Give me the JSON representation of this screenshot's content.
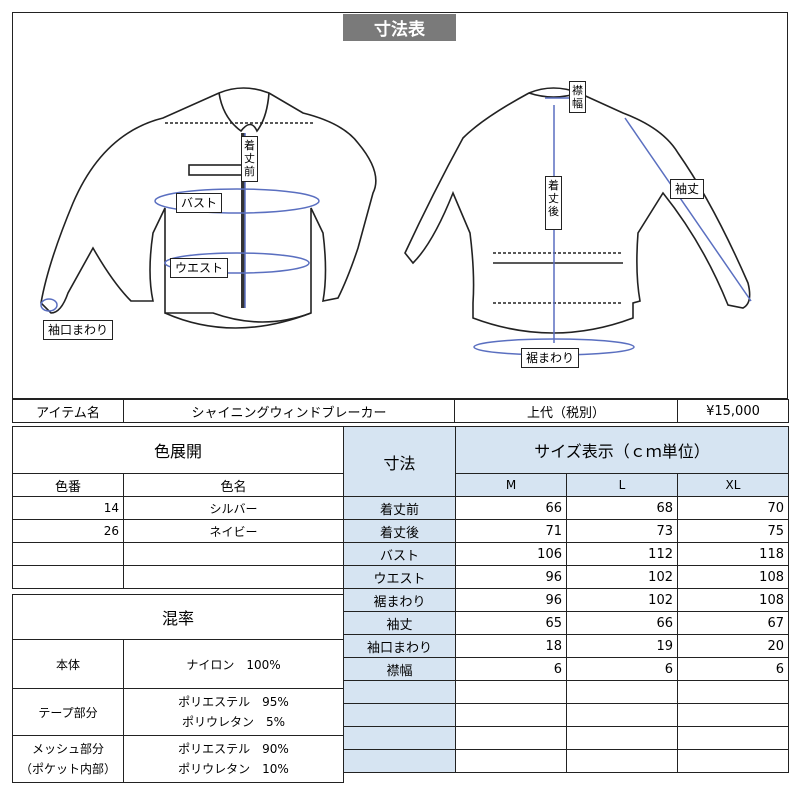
{
  "title": "寸法表",
  "labels": {
    "bust": "バスト",
    "waist": "ウエスト",
    "cuff": "袖口まわり",
    "length_front": "着丈前",
    "length_back": "着丈後",
    "collar": "襟幅",
    "sleeve": "袖丈",
    "hem": "裾まわり"
  },
  "item": {
    "item_label": "アイテム名",
    "item_name": "シャイニングウィンドブレーカー",
    "price_label": "上代（税別）",
    "price": "¥15,000"
  },
  "colors": {
    "heading": "色展開",
    "col_no": "色番",
    "col_name": "色名",
    "rows": [
      {
        "no": "14",
        "name": "シルバー"
      },
      {
        "no": "26",
        "name": "ネイビー"
      },
      {
        "no": "",
        "name": ""
      },
      {
        "no": "",
        "name": ""
      }
    ]
  },
  "composition": {
    "heading": "混率",
    "body_label": "本体",
    "body_1": "ナイロン　100%",
    "tape_label": "テープ部分",
    "tape_1": "ポリエステル　95%",
    "tape_2": "ポリウレタン　5%",
    "mesh_label_1": "メッシュ部分",
    "mesh_label_2": "（ポケット内部）",
    "mesh_1": "ポリエステル　90%",
    "mesh_2": "ポリウレタン　10%"
  },
  "sizes": {
    "dim_heading": "寸法",
    "size_heading": "サイズ表示（ｃｍ単位）",
    "size_names": [
      "M",
      "L",
      "XL"
    ],
    "rows": [
      {
        "name": "着丈前",
        "values": [
          "66",
          "68",
          "70"
        ]
      },
      {
        "name": "着丈後",
        "values": [
          "71",
          "73",
          "75"
        ]
      },
      {
        "name": "バスト",
        "values": [
          "106",
          "112",
          "118"
        ]
      },
      {
        "name": "ウエスト",
        "values": [
          "96",
          "102",
          "108"
        ]
      },
      {
        "name": "裾まわり",
        "values": [
          "96",
          "102",
          "108"
        ]
      },
      {
        "name": "袖丈",
        "values": [
          "65",
          "66",
          "67"
        ]
      },
      {
        "name": "袖口まわり",
        "values": [
          "18",
          "19",
          "20"
        ]
      },
      {
        "name": "襟幅",
        "values": [
          "6",
          "6",
          "6"
        ]
      }
    ]
  },
  "accent_color": "#d6e4f2",
  "measure_line_color": "#5a6fc0"
}
